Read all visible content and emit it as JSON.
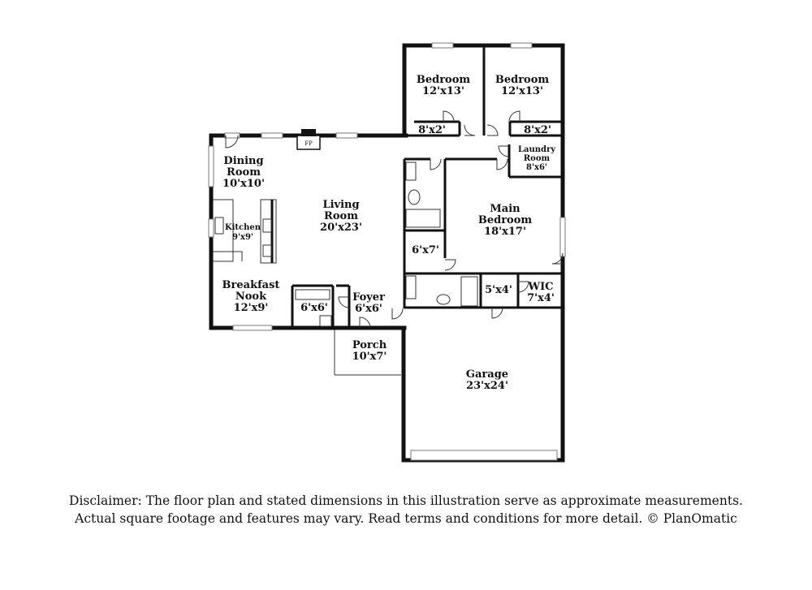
{
  "rooms": {
    "bedroom1": {
      "name": "Bedroom",
      "dims": "12'x13'"
    },
    "bedroom2": {
      "name": "Bedroom",
      "dims": "12'x13'"
    },
    "closet1": {
      "dims": "8'x2'"
    },
    "closet2": {
      "dims": "8'x2'"
    },
    "laundry": {
      "name1": "Laundry",
      "name2": "Room",
      "dims": "8'x6'"
    },
    "dining": {
      "name1": "Dining",
      "name2": "Room",
      "dims": "10'x10'"
    },
    "living": {
      "name1": "Living",
      "name2": "Room",
      "dims": "20'x23'"
    },
    "kitchen": {
      "name": "Kitchen",
      "dims": "9'x9'"
    },
    "main_bedroom": {
      "name1": "Main",
      "name2": "Bedroom",
      "dims": "18'x17'"
    },
    "bath_closet": {
      "dims": "6'x7'"
    },
    "breakfast": {
      "name1": "Breakfast",
      "name2": "Nook",
      "dims": "12'x9'"
    },
    "utility": {
      "dims": "6'x6'"
    },
    "foyer": {
      "name": "Foyer",
      "dims": "6'x6'"
    },
    "wic_closet": {
      "dims": "5'x4'"
    },
    "wic": {
      "name": "WIC",
      "dims": "7'x4'"
    },
    "porch": {
      "name": "Porch",
      "dims": "10'x7'"
    },
    "garage": {
      "name": "Garage",
      "dims": "23'x24'"
    }
  },
  "fireplace_label": "FP",
  "disclaimer": {
    "line1": "Disclaimer: The floor plan and stated dimensions in this illustration serve as approximate measurements.",
    "line2": "Actual square footage and features may vary. Read terms and conditions for more detail. © PlanOmatic"
  }
}
